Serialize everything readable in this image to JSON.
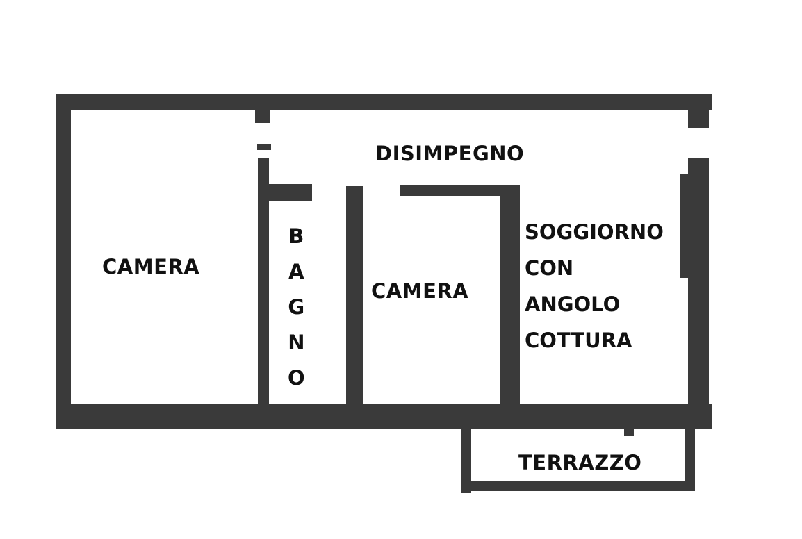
{
  "floor_plan": {
    "wall_color": "#3a3a3a",
    "background": "#ffffff",
    "rooms": {
      "disimpegno": {
        "label": "DISIMPEGNO"
      },
      "camera_left": {
        "label": "CAMERA"
      },
      "bagno": {
        "letters": [
          "B",
          "A",
          "G",
          "N",
          "O"
        ]
      },
      "camera_middle": {
        "label": "CAMERA"
      },
      "soggiorno": {
        "lines": [
          "SOGGIORNO",
          "CON",
          "ANGOLO",
          "COTTURA"
        ]
      },
      "terrazzo": {
        "label": "TERRAZZO"
      }
    }
  }
}
